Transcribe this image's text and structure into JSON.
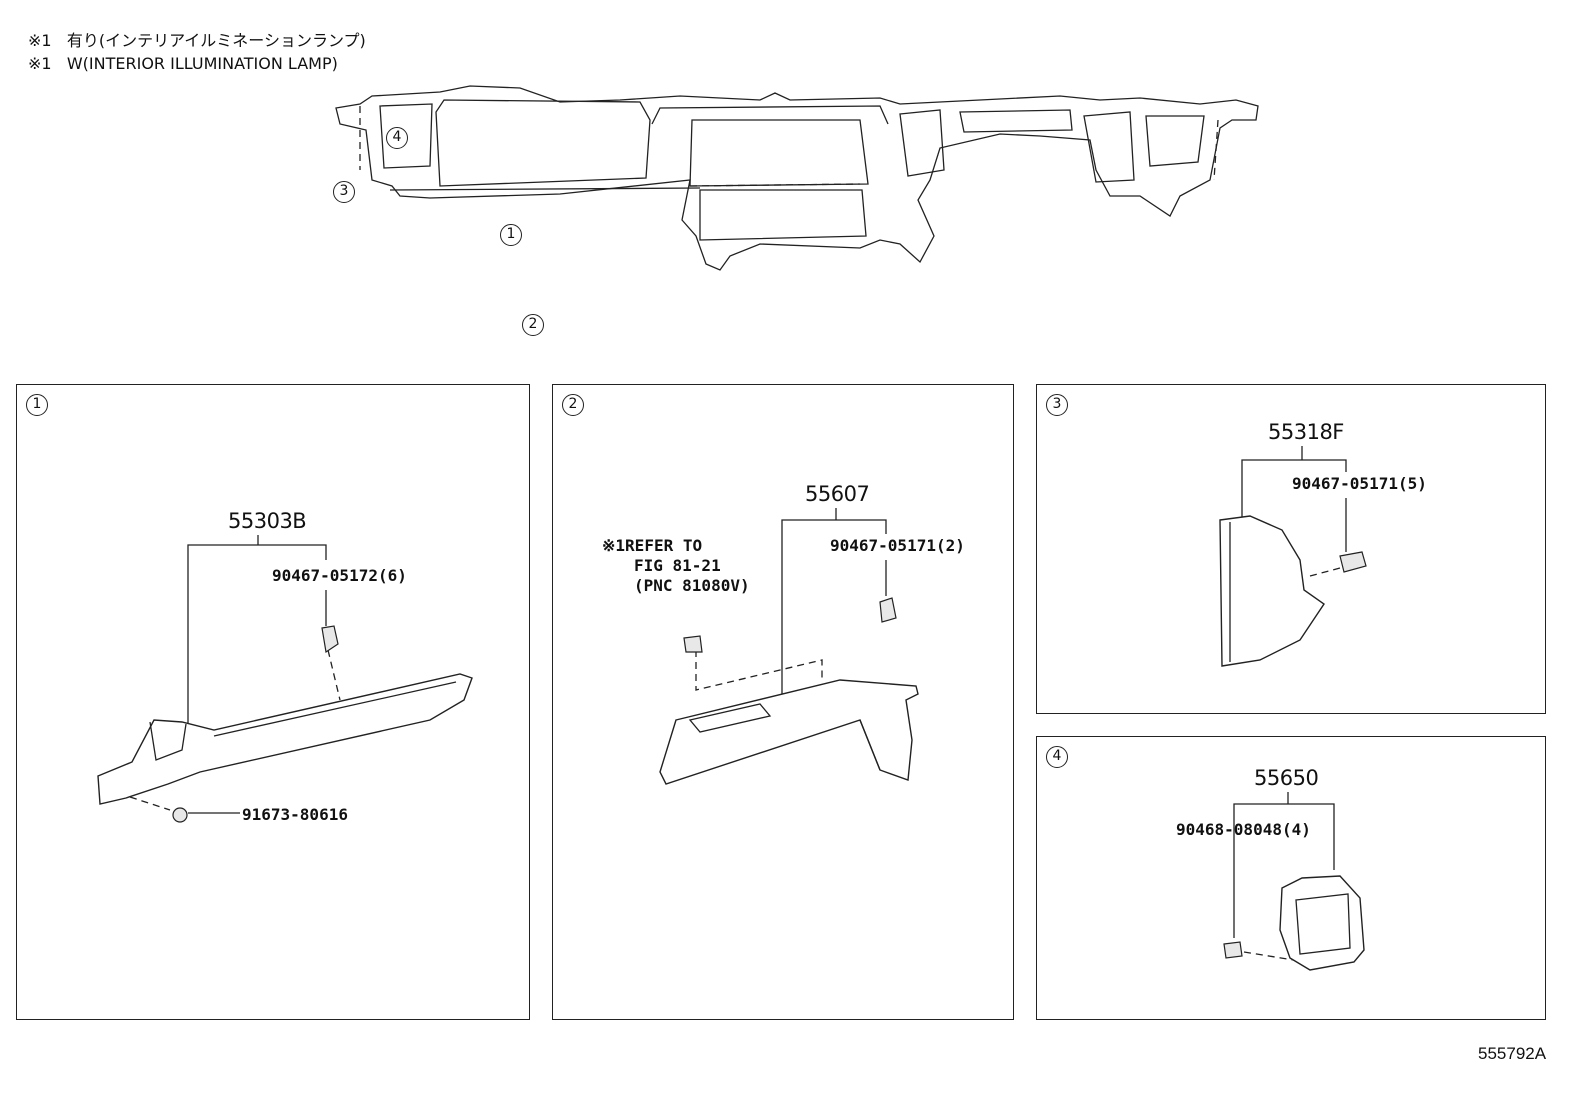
{
  "notes": {
    "line1_mark": "※1",
    "line1_text": "有り(インテリアイルミネーションランプ)",
    "line2_mark": "※1",
    "line2_text": "W(INTERIOR ILLUMINATION LAMP)"
  },
  "overview": {
    "callouts": [
      "1",
      "2",
      "3",
      "4"
    ]
  },
  "panels": [
    {
      "number": "1",
      "parts": {
        "main": "55303B",
        "clip": "90467-05172(6)",
        "screw": "91673-80616"
      }
    },
    {
      "number": "2",
      "parts": {
        "main": "55607",
        "clip": "90467-05171(2)"
      },
      "refer": {
        "mark": "※1",
        "line1": "REFER TO",
        "line2": "FIG 81-21",
        "line3": "(PNC 81080V)"
      }
    },
    {
      "number": "3",
      "parts": {
        "main": "55318F",
        "clip": "90467-05171(5)"
      }
    },
    {
      "number": "4",
      "parts": {
        "main": "55650",
        "clip": "90468-08048(4)"
      }
    }
  ],
  "figure_id": "555792A"
}
